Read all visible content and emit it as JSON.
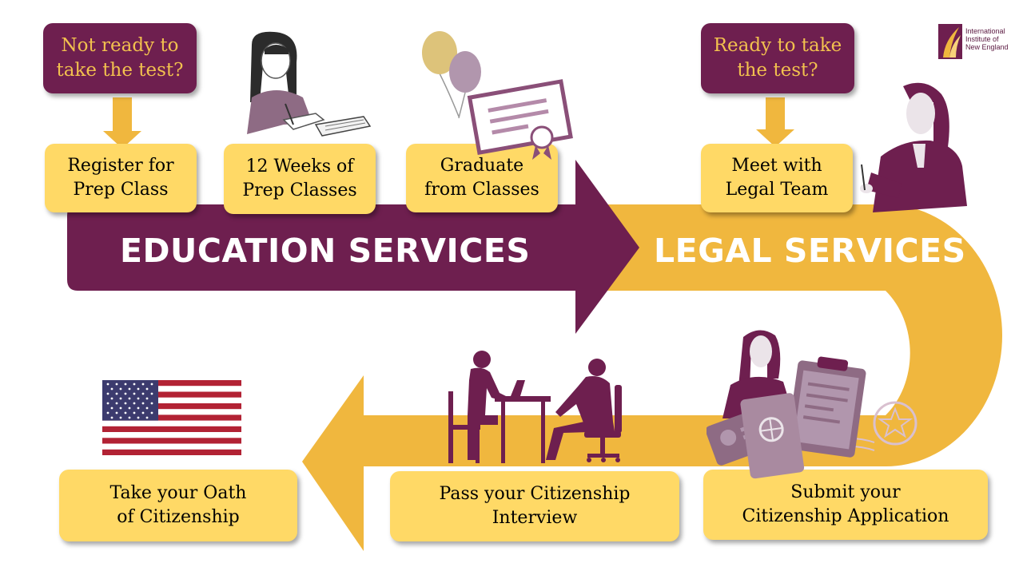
{
  "colors": {
    "purple": "#6e1f4f",
    "gold": "#f0b73e",
    "box_yellow": "#ffd966",
    "question_text": "#f2c14e",
    "illustration_mauve": "#a98aa0"
  },
  "logo": {
    "line1": "International",
    "line2": "Institute of",
    "line3": "New England"
  },
  "questions": {
    "not_ready": [
      "Not ready to",
      "take the test?"
    ],
    "ready": [
      "Ready to take",
      "the test?"
    ]
  },
  "sections": {
    "education": "EDUCATION SERVICES",
    "legal": "LEGAL SERVICES"
  },
  "steps": {
    "register": [
      "Register for",
      "Prep Class"
    ],
    "weeks": [
      "12 Weeks of",
      "Prep Classes"
    ],
    "graduate": [
      "Graduate",
      "from Classes"
    ],
    "meet": [
      "Meet with",
      "Legal Team"
    ],
    "submit": [
      "Submit your",
      "Citizenship Application"
    ],
    "interview": [
      "Pass your Citizenship",
      "Interview"
    ],
    "oath": [
      "Take your Oath",
      "of Citizenship"
    ]
  },
  "icons": {
    "flag": "us-flag-icon",
    "student": "student-writing-icon",
    "certificate": "diploma-certificate-icon",
    "balloons": "balloons-icon",
    "lawyer": "lawyer-at-desk-icon",
    "interview": "interview-silhouette-icon",
    "documents": "passport-documents-icon"
  }
}
